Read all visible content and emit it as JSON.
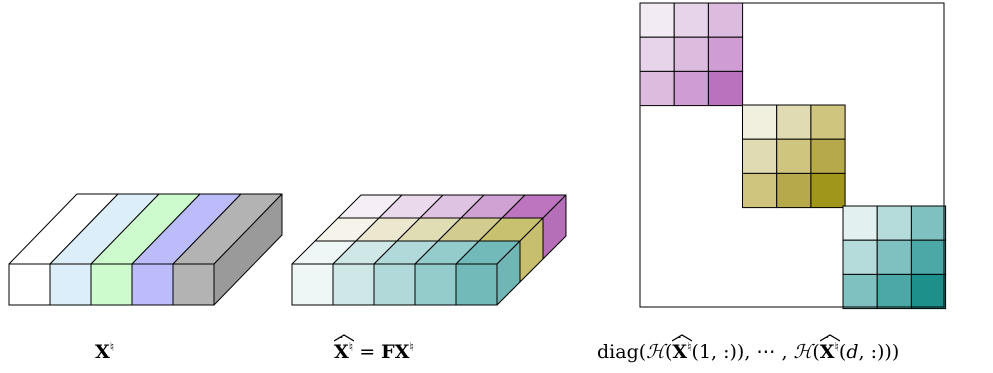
{
  "captions": {
    "x_natural": "X♮",
    "x_hat": "X̂♮ = FX♮",
    "block_diag": "diag(ℋ(X̂♮(1, :)), ⋯ , ℋ(X̂♮(d, :)))"
  },
  "colors": {
    "stripes_left": [
      "#ffffff",
      "#dceef9",
      "#cdfbcd",
      "#bcbcfb",
      "#b3b3b3"
    ],
    "purple_block": [
      [
        "#f3ebf4",
        "#e7d3ea",
        "#dbbbde"
      ],
      [
        "#e7d3ea",
        "#dbbbde",
        "#cf9dd4"
      ],
      [
        "#dbbbde",
        "#cf9dd4",
        "#bb72be"
      ]
    ],
    "olive_block": [
      [
        "#f1f0df",
        "#e0dbb2",
        "#cfc57f"
      ],
      [
        "#e0dbb2",
        "#cfc57f",
        "#b5a94b"
      ],
      [
        "#cfc57f",
        "#b5a94b",
        "#a0961c"
      ]
    ],
    "teal_block": [
      [
        "#e2f1f0",
        "#b5dcdb",
        "#7fc0c0"
      ],
      [
        "#b5dcdb",
        "#7fc0c0",
        "#4ba8a6"
      ],
      [
        "#7fc0c0",
        "#4ba8a6",
        "#1e908c"
      ]
    ],
    "front_row_teal": [
      "#eef6f6",
      "#d0e7e8",
      "#b2d9d9",
      "#94cccb",
      "#72b9b9"
    ],
    "top_row_olive": [
      "#f6f4ea",
      "#ebe8cf",
      "#e0dcb4",
      "#d2cc8f",
      "#c8c16f"
    ],
    "top_row_purple": [
      "#f5eef6",
      "#ead9ec",
      "#dfc3e2",
      "#cfa2d3",
      "#bd75c0"
    ]
  }
}
